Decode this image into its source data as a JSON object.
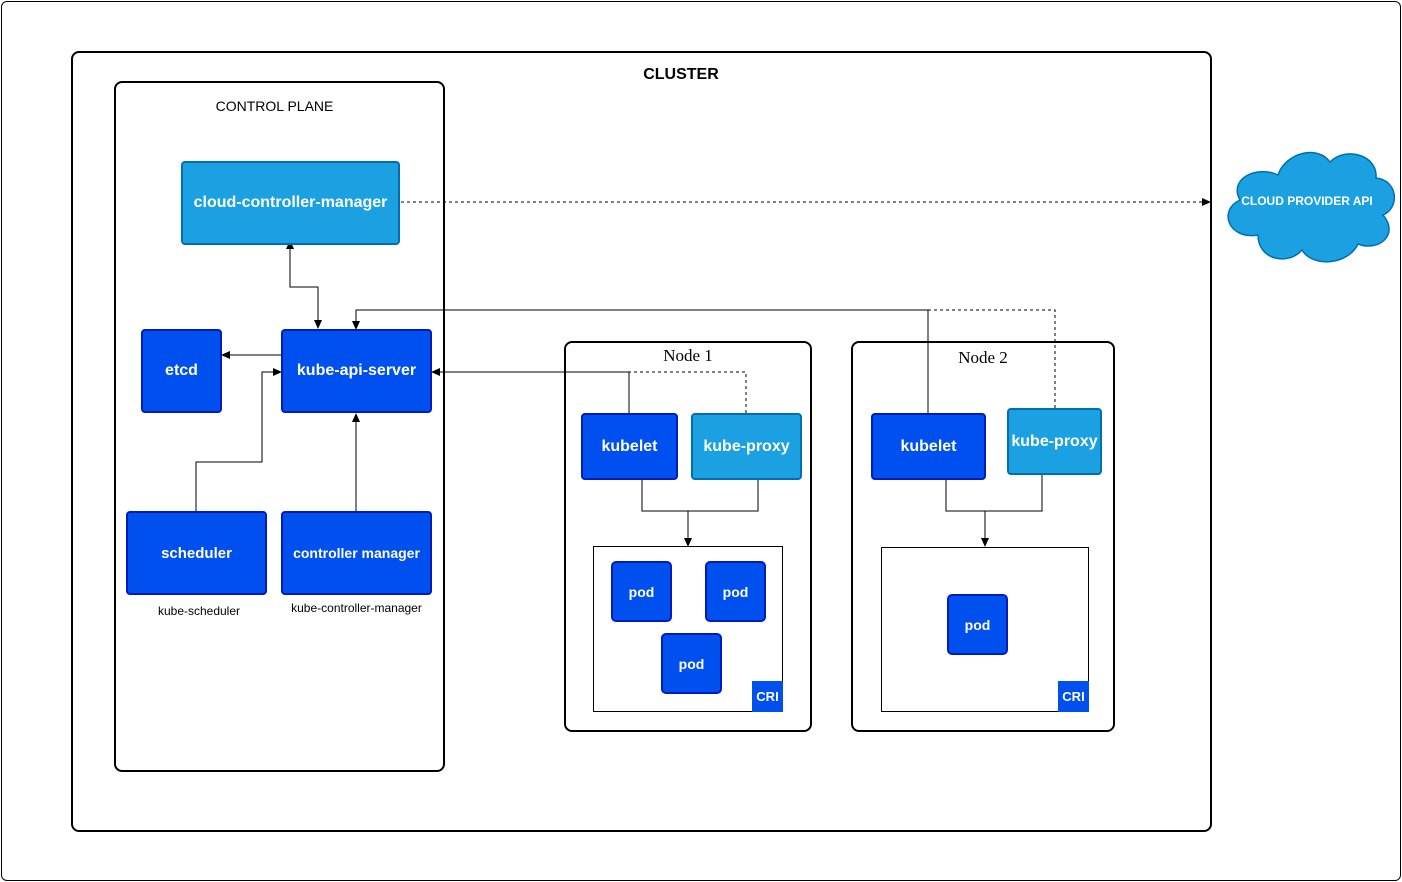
{
  "outer_title": "",
  "cluster": {
    "title": "CLUSTER"
  },
  "control_plane": {
    "title": "CONTROL PLANE",
    "ccm": "cloud-controller-manager",
    "etcd": "etcd",
    "api_server": "kube-api-server",
    "scheduler": "scheduler",
    "scheduler_caption": "kube-scheduler",
    "controller_manager": "controller manager",
    "controller_manager_caption": "kube-controller-manager"
  },
  "cloud": {
    "label": "CLOUD PROVIDER API"
  },
  "nodes": [
    {
      "title": "Node 1",
      "kubelet": "kubelet",
      "proxy": "kube-proxy",
      "pods": [
        "pod",
        "pod",
        "pod"
      ],
      "cri": "CRI"
    },
    {
      "title": "Node 2",
      "kubelet": "kubelet",
      "proxy": "kube-proxy",
      "pods": [
        "pod"
      ],
      "cri": "CRI"
    }
  ],
  "colors": {
    "dark_blue": "#0050ef",
    "light_blue": "#1ba1e2",
    "dark_border": "#001dbc",
    "light_border": "#006eaf"
  }
}
